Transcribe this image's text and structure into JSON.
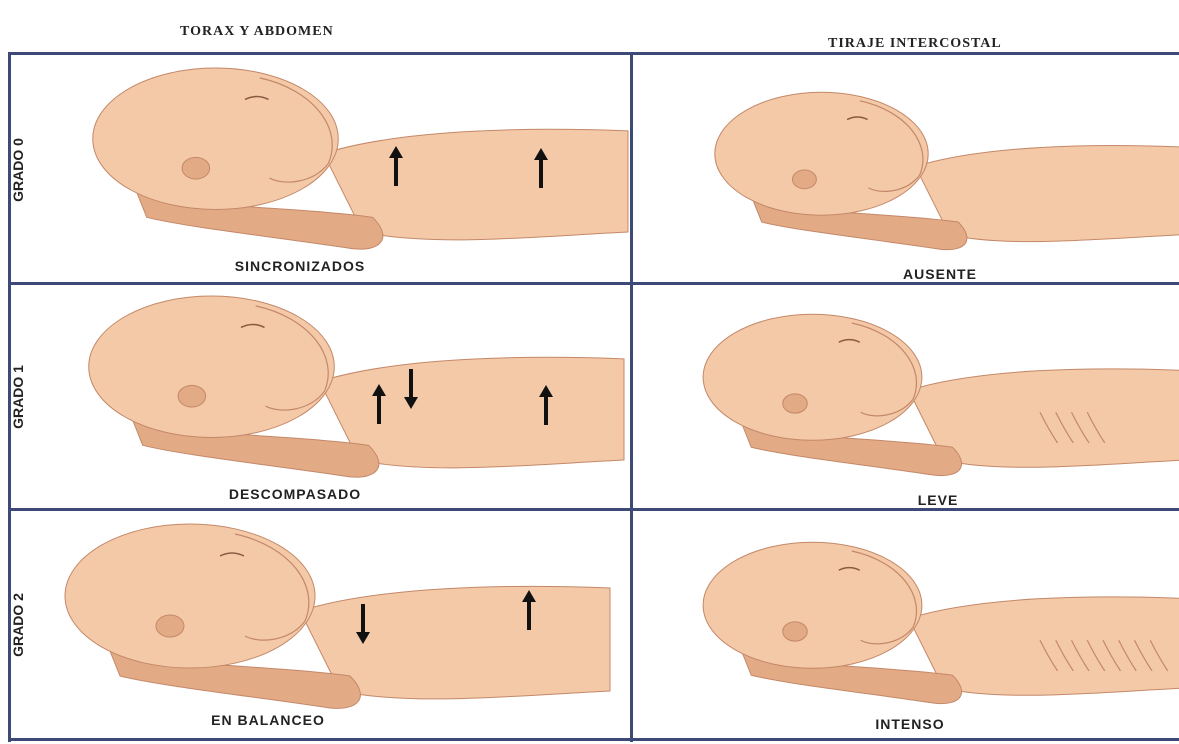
{
  "headers": {
    "left": "TORAX Y ABDOMEN",
    "right": "TIRAJE INTERCOSTAL"
  },
  "rows": [
    {
      "label": "GRADO 0",
      "left_caption": "SINCRONIZADOS",
      "right_caption": "AUSENTE",
      "arrows": [
        "up",
        "up"
      ]
    },
    {
      "label": "GRADO 1",
      "left_caption": "DESCOMPASADO",
      "right_caption": "LEVE",
      "arrows": [
        "up",
        "down",
        "up"
      ]
    },
    {
      "label": "GRADO 2",
      "left_caption": "EN BALANCEO",
      "right_caption": "INTENSO",
      "arrows": [
        "down",
        "up"
      ]
    }
  ],
  "colors": {
    "frame": "#3d4a78",
    "skin": "#f3c9a8",
    "skin_shade": "#e3aa86",
    "skin_line": "#c48868",
    "arrow": "#111111"
  }
}
